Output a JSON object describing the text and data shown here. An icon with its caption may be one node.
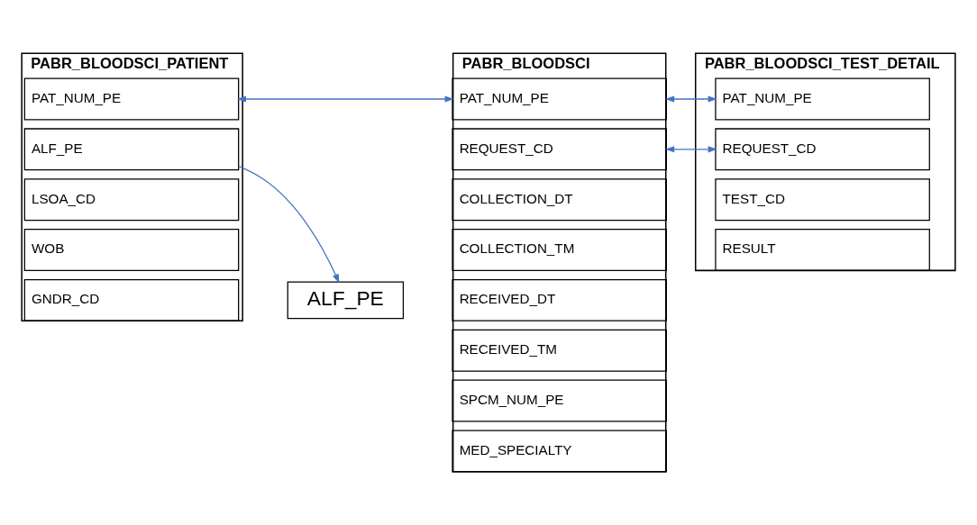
{
  "diagram": {
    "nodes": [
      {
        "text": [
          "PABR_BLOODSCI_PATIENT"
        ]
      },
      {
        "text": [
          "PAT_NUM_PE"
        ],
        "in": 0
      },
      {
        "text": [
          "ALF_PE"
        ],
        "in": 0
      },
      {
        "text": [
          "LSOA_CD"
        ],
        "in": 0
      },
      {
        "text": [
          "WOB"
        ],
        "in": 0
      },
      {
        "text": [
          "GNDR_CD"
        ],
        "in": 0
      },
      {
        "text": [
          "PABR_BLOODSCI"
        ]
      },
      {
        "text": [
          "PAT_NUM_PE"
        ],
        "in": 6
      },
      {
        "text": [
          "REQUEST_CD"
        ],
        "in": 6
      },
      {
        "text": [
          "COLLECTION_DT"
        ],
        "in": 6
      },
      {
        "text": [
          "COLLECTION_TM"
        ],
        "in": 6
      },
      {
        "text": [
          "RECEIVED_DT"
        ],
        "in": 6
      },
      {
        "text": [
          "RECEIVED_TM"
        ],
        "in": 6
      },
      {
        "text": [
          "SPCM_NUM_PE"
        ],
        "in": 6
      },
      {
        "text": [
          "MED_SPECIALTY"
        ],
        "in": 6
      },
      {
        "text": [
          "PABR_BLOODSCI_TEST_DETAIL"
        ]
      },
      {
        "text": [
          "PAT_NUM_PE"
        ],
        "in": 15
      },
      {
        "text": [
          "REQUEST_CD"
        ],
        "in": 15
      },
      {
        "text": [
          "TEST_CD"
        ],
        "in": 15
      },
      {
        "text": [
          "RESULT"
        ],
        "in": 15
      },
      {
        "text": [
          "ALF_PE"
        ]
      }
    ],
    "edges": [
      {
        "from": 1,
        "to": 7,
        "arrow": "both"
      },
      {
        "from": 7,
        "to": 16,
        "arrow": "both"
      },
      {
        "from": 8,
        "to": 17,
        "arrow": "both"
      },
      {
        "from": 2,
        "to": 20,
        "arrow": "to"
      }
    ]
  }
}
